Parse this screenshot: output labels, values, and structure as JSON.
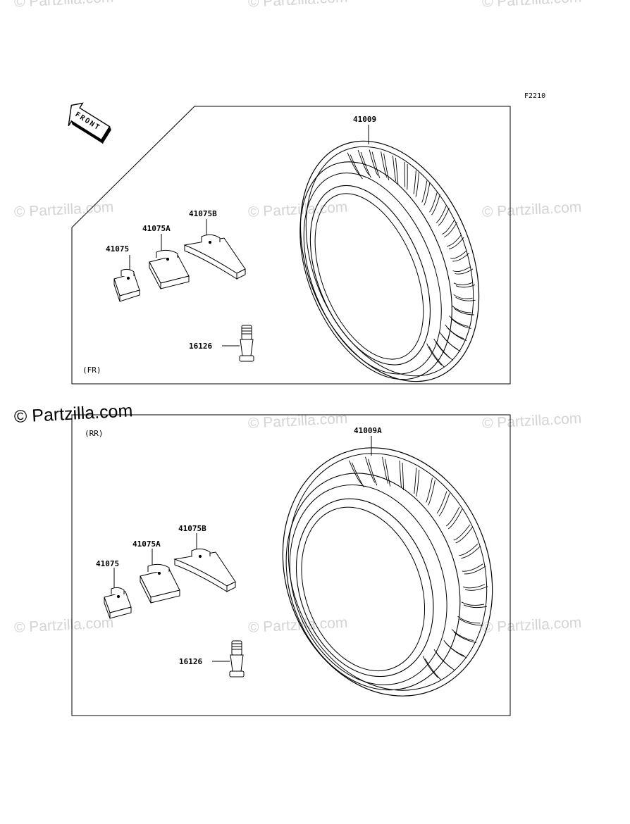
{
  "figure_code": "F2210",
  "watermark_text": "© Partzilla.com",
  "brand_watermark": "© Partzilla.com",
  "front_arrow_label": "FRONT",
  "front_section": {
    "caption": "(FR)",
    "tire": "41009",
    "weight_small": "41075",
    "weight_medium": "41075A",
    "weight_large": "41075B",
    "valve": "16126"
  },
  "rear_section": {
    "caption": "(RR)",
    "tire": "41009A",
    "weight_small": "41075",
    "weight_medium": "41075A",
    "weight_large": "41075B",
    "valve": "16126"
  }
}
